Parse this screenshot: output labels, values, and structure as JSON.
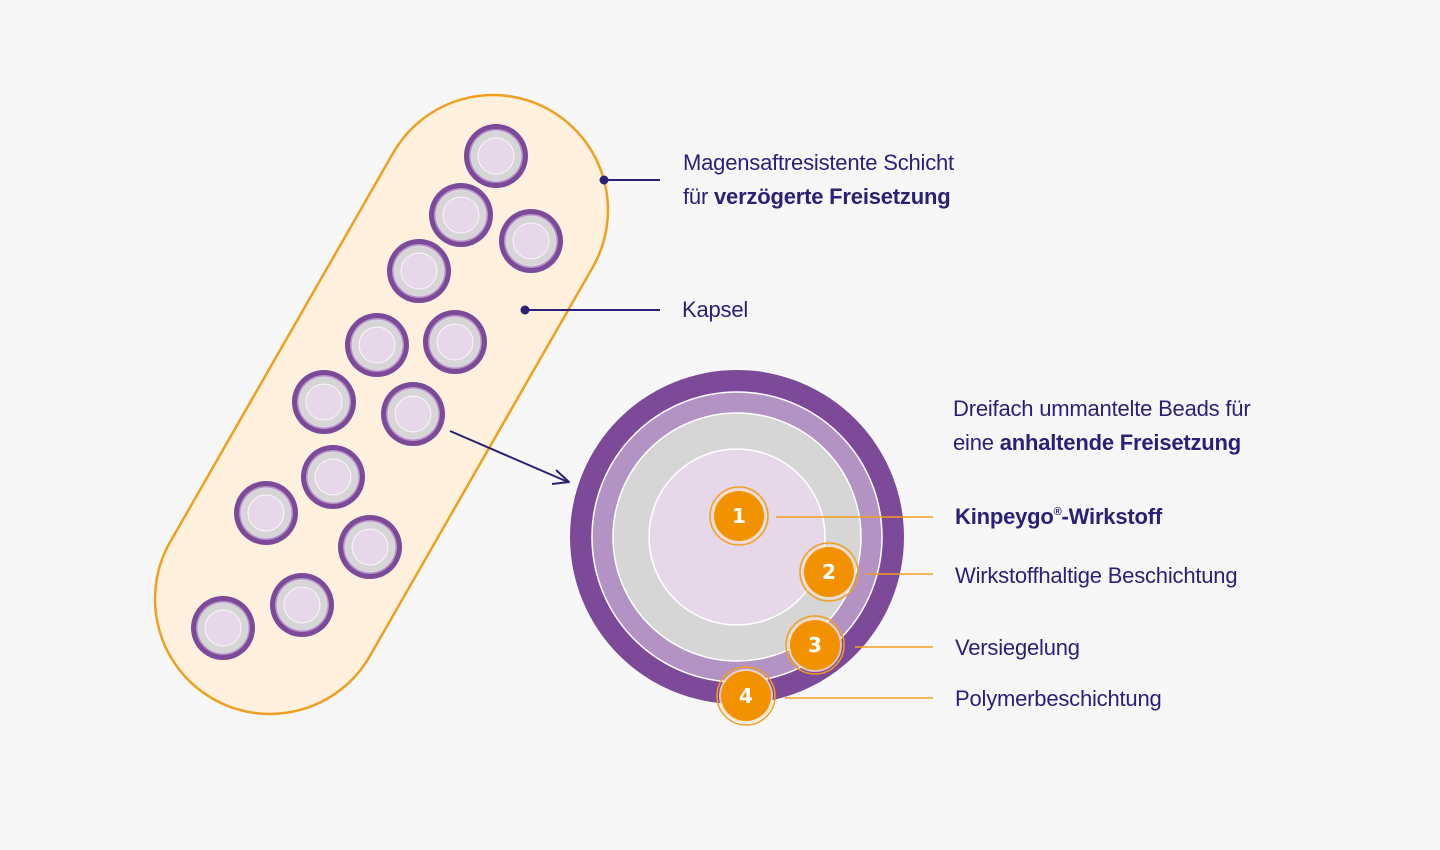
{
  "colors": {
    "background": "#f7f7f8",
    "text": "#2b2078",
    "capsule_fill": "#fff1de",
    "capsule_stroke": "#f0a020",
    "bead_outer": "#7d4a9a",
    "bead_ring": "#b392c4",
    "bead_gray": "#d6d6d6",
    "bead_core": "#e6d8e9",
    "badge": "#f39200",
    "leader_dark": "#2b2078",
    "leader_orange": "#f0a020"
  },
  "capsule": {
    "bead_count": 13
  },
  "labels": {
    "enteric_layer": {
      "line1": "Magensaftresistente Schicht",
      "line2_prefix": "für ",
      "line2_bold": "verzögerte Freisetzung"
    },
    "capsule": "Kapsel",
    "beads_heading": {
      "line1": "Dreifach ummantelte Beads für",
      "line2_prefix": "eine ",
      "line2_bold": "anhaltende Freisetzung"
    }
  },
  "layers": [
    {
      "number": "1",
      "label_main": "Kinpeygo",
      "label_sup": "®",
      "label_suffix": "-Wirkstoff",
      "bold": true
    },
    {
      "number": "2",
      "label": "Wirkstoffhaltige Beschichtung"
    },
    {
      "number": "3",
      "label": "Versiegelung"
    },
    {
      "number": "4",
      "label": "Polymerbeschichtung"
    }
  ]
}
